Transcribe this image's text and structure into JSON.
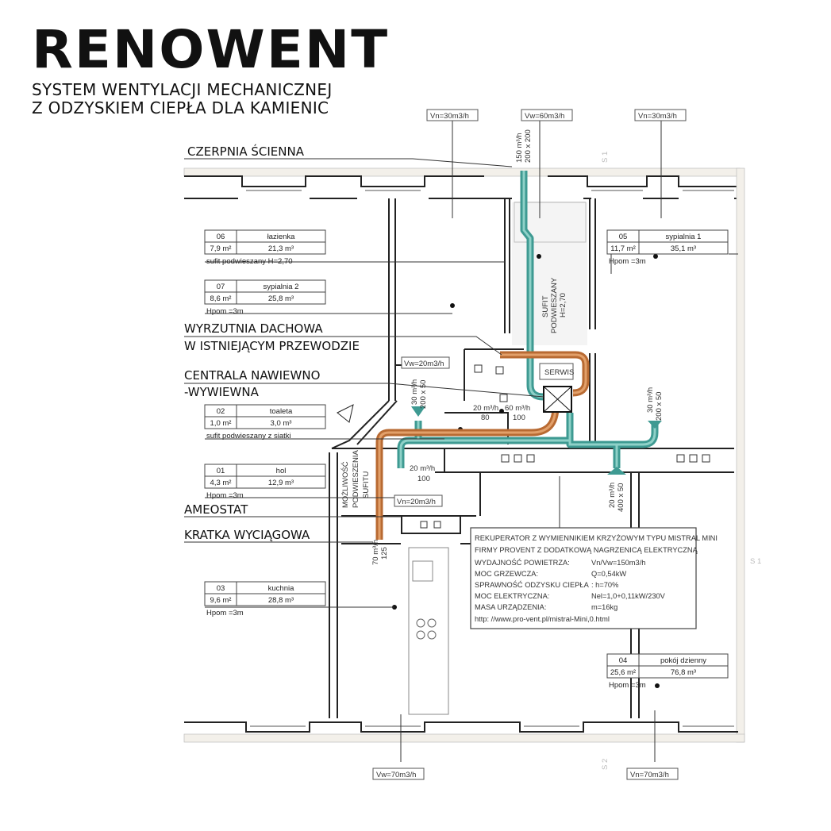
{
  "brand": {
    "logo": "RENOWENT",
    "subtitle_line1": "SYSTEM WENTYLACJI MECHANICZNEJ",
    "subtitle_line2": "Z ODZYSKIEM CIEPŁA DLA KAMIENIC"
  },
  "colors": {
    "supply_duct": "#3e9a92",
    "exhaust_duct": "#b86a32",
    "walls": "#222222"
  },
  "callouts": {
    "czerpnia": "CZERPNIA ŚCIENNA",
    "wyrzutnia1": "WYRZUTNIA DACHOWA",
    "wyrzutnia2": "W ISTNIEJĄCYM PRZEWODZIE",
    "centrala1": "CENTRALA NAWIEWNO",
    "centrala2": "-WYWIEWNA",
    "ameostat": "AMEOSTAT",
    "kratka": "KRATKA WYCIĄGOWA"
  },
  "rooms": [
    {
      "no": "06",
      "name": "łazienka",
      "area": "7,9 m²",
      "volume": "21,3 m³",
      "note": "sufit podwieszany H=2,70"
    },
    {
      "no": "07",
      "name": "sypialnia 2",
      "area": "8,6 m²",
      "volume": "25,8 m³",
      "note": "Hpom =3m"
    },
    {
      "no": "02",
      "name": "toaleta",
      "area": "1,0 m²",
      "volume": "3,0 m³",
      "note": "sufit podwieszany z siatki"
    },
    {
      "no": "01",
      "name": "hol",
      "area": "4,3 m²",
      "volume": "12,9 m³",
      "note": "Hpom =3m"
    },
    {
      "no": "03",
      "name": "kuchnia",
      "area": "9,6 m²",
      "volume": "28,8 m³",
      "note": "Hpom =3m"
    },
    {
      "no": "05",
      "name": "sypialnia 1",
      "area": "11,7 m²",
      "volume": "35,1 m³",
      "note": "Hpom =3m"
    },
    {
      "no": "04",
      "name": "pokój dzienny",
      "area": "25,6 m²",
      "volume": "76,8 m³",
      "note": "Hpom =3m"
    }
  ],
  "flows": {
    "top_left": "Vn=30m3/h",
    "top_mid": "Vw=60m3/h",
    "top_right": "Vn=30m3/h",
    "toilet": "Vw=20m3/h",
    "hall": "Vn=20m3/h",
    "bottom_left": "Vw=70m3/h",
    "bottom_right": "Vn=70m3/h"
  },
  "duct_labels": {
    "intake_flow": "150 m³/h",
    "intake_size": "200 x 200",
    "toilet_flow": "30 m³/h",
    "toilet_size": "200 x 50",
    "bed1_flow": "30 m³/h",
    "bed1_size": "200 x 50",
    "hall_flow": "20 m³/h",
    "hall_size": "100",
    "bath1_flow": "20 m³/h",
    "bath1_size": "80",
    "bath2_flow": "60 m³/h",
    "bath2_size": "100",
    "living_flow": "20 m³/h",
    "living_size": "400 x 50",
    "kitchen_flow": "70 m³/h",
    "kitchen_size": "125",
    "serwis": "SERWIS",
    "ceiling1": "SUFIT",
    "ceiling2": "PODWIESZANY",
    "ceiling3": "H=2,70",
    "hall_ceiling1": "MOŻLIWOŚĆ",
    "hall_ceiling2": "PODWIESZENIA",
    "hall_ceiling3": "SUFITU",
    "section_a": "S 1",
    "section_b": "S 1",
    "section_c": "S 2"
  },
  "spec": {
    "line1": "REKUPERATOR Z WYMIENNIKIEM KRZYŻOWYM TYPU MISTRAL MINI",
    "line2": "FIRMY PROVENT Z DODATKOWĄ NAGRZENICĄ ELEKTRYCZNĄ",
    "rows": [
      {
        "label": "WYDAJNOŚĆ POWIETRZA:",
        "value": "Vn/Vw=150m3/h"
      },
      {
        "label": "MOC GRZEWCZA:",
        "value": "Q=0,54kW"
      },
      {
        "label": "SPRAWNOŚĆ ODZYSKU CIEPŁA",
        "value": ":        h=70%"
      },
      {
        "label": "MOC ELEKTRYCZNA:",
        "value": "Nel=1,0+0,11kW/230V"
      },
      {
        "label": "MASA URZĄDZENIA:",
        "value": "m=16kg"
      }
    ],
    "url": "http: //www.pro-vent.pl/mistral-Mini,0.html"
  }
}
